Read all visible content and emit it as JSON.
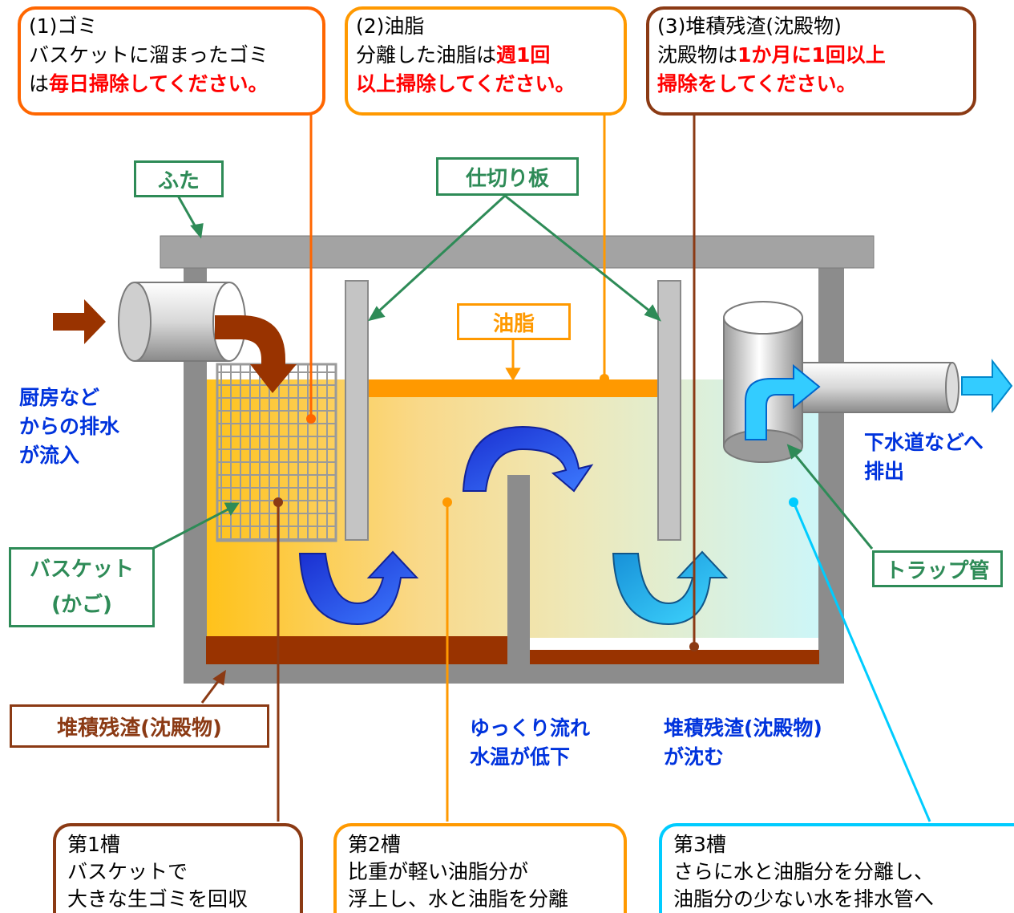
{
  "callouts": {
    "garbage": {
      "line1": "(1)ゴミ",
      "line2": "バスケットに溜まったゴミ",
      "line3a": "は",
      "line3b": "毎日掃除してください。"
    },
    "grease": {
      "line1": "(2)油脂",
      "line2a": "分離した油脂は",
      "line2b": "週1回",
      "line3": "以上掃除してください。"
    },
    "sediment": {
      "line1": "(3)堆積残渣(沈殿物)",
      "line2a": "沈殿物は",
      "line2b": "1か月に1回以上",
      "line3": "掃除をしてください。"
    }
  },
  "labels": {
    "lid": "ふた",
    "partition": "仕切り板",
    "grease": "油脂",
    "basket_line1": "バスケット",
    "basket_line2": "(かご)",
    "trap": "トラップ管",
    "sediment": "堆積残渣(沈殿物)"
  },
  "notes": {
    "inflow": [
      "厨房など",
      "からの排水",
      "が流入"
    ],
    "outflow": [
      "下水道などへ",
      "排出"
    ],
    "slow": [
      "ゆっくり流れ",
      "水温が低下"
    ],
    "settle": [
      "堆積残渣(沈殿物)",
      "が沈む"
    ]
  },
  "tanks": {
    "tank1": {
      "title": "第1槽",
      "line1": "バスケットで",
      "line2": "大きな生ゴミを回収"
    },
    "tank2": {
      "title": "第2槽",
      "line1": "比重が軽い油脂分が",
      "line2": "浮上し、水と油脂を分離"
    },
    "tank3": {
      "title": "第3槽",
      "line1": "さらに水と油脂分を分離し、",
      "line2": "油脂分の少ない水を排水管へ"
    }
  },
  "colors": {
    "garbage": "#ff6600",
    "grease": "#ff9900",
    "sediment": "#8b3a14",
    "green": "#2e8b57",
    "blue_text": "#0033dd",
    "cyan": "#00ccff"
  }
}
